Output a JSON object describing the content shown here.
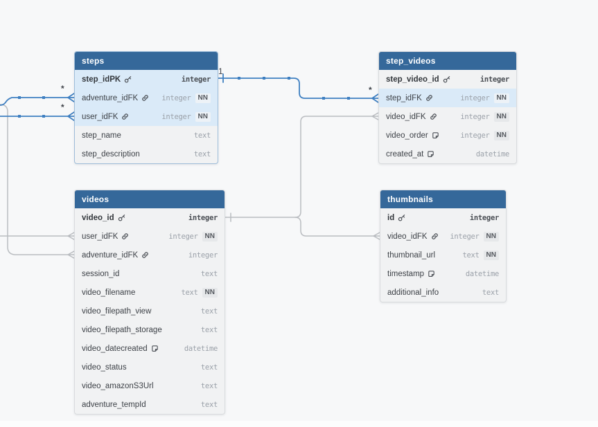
{
  "diagram": {
    "tables": [
      {
        "id": "steps",
        "title": "steps",
        "columns": [
          {
            "name": "step_idPK",
            "icon": "key",
            "type": "integer",
            "nn": false,
            "pk": true,
            "hl": true
          },
          {
            "name": "adventure_idFK",
            "icon": "link",
            "type": "integer",
            "nn": true,
            "pk": false,
            "hl": true
          },
          {
            "name": "user_idFK",
            "icon": "link",
            "type": "integer",
            "nn": true,
            "pk": false,
            "hl": true
          },
          {
            "name": "step_name",
            "icon": "",
            "type": "text",
            "nn": false,
            "pk": false,
            "hl": false
          },
          {
            "name": "step_description",
            "icon": "",
            "type": "text",
            "nn": false,
            "pk": false,
            "hl": false
          }
        ]
      },
      {
        "id": "step_videos",
        "title": "step_videos",
        "columns": [
          {
            "name": "step_video_id",
            "icon": "key",
            "type": "integer",
            "nn": false,
            "pk": true,
            "hl": false
          },
          {
            "name": "step_idFK",
            "icon": "link",
            "type": "integer",
            "nn": true,
            "pk": false,
            "hl": true
          },
          {
            "name": "video_idFK",
            "icon": "link",
            "type": "integer",
            "nn": true,
            "pk": false,
            "hl": false
          },
          {
            "name": "video_order",
            "icon": "note",
            "type": "integer",
            "nn": true,
            "pk": false,
            "hl": false
          },
          {
            "name": "created_at",
            "icon": "note",
            "type": "datetime",
            "nn": false,
            "pk": false,
            "hl": false
          }
        ]
      },
      {
        "id": "videos",
        "title": "videos",
        "columns": [
          {
            "name": "video_id",
            "icon": "key",
            "type": "integer",
            "nn": false,
            "pk": true,
            "hl": false
          },
          {
            "name": "user_idFK",
            "icon": "link",
            "type": "integer",
            "nn": true,
            "pk": false,
            "hl": false
          },
          {
            "name": "adventure_idFK",
            "icon": "link",
            "type": "integer",
            "nn": false,
            "pk": false,
            "hl": false
          },
          {
            "name": "session_id",
            "icon": "",
            "type": "text",
            "nn": false,
            "pk": false,
            "hl": false
          },
          {
            "name": "video_filename",
            "icon": "",
            "type": "text",
            "nn": true,
            "pk": false,
            "hl": false
          },
          {
            "name": "video_filepath_view",
            "icon": "",
            "type": "text",
            "nn": false,
            "pk": false,
            "hl": false
          },
          {
            "name": "video_filepath_storage",
            "icon": "",
            "type": "text",
            "nn": false,
            "pk": false,
            "hl": false
          },
          {
            "name": "video_datecreated",
            "icon": "note",
            "type": "datetime",
            "nn": false,
            "pk": false,
            "hl": false
          },
          {
            "name": "video_status",
            "icon": "",
            "type": "text",
            "nn": false,
            "pk": false,
            "hl": false
          },
          {
            "name": "video_amazonS3Url",
            "icon": "",
            "type": "text",
            "nn": false,
            "pk": false,
            "hl": false
          },
          {
            "name": "adventure_tempId",
            "icon": "",
            "type": "text",
            "nn": false,
            "pk": false,
            "hl": false
          }
        ]
      },
      {
        "id": "thumbnails",
        "title": "thumbnails",
        "columns": [
          {
            "name": "id",
            "icon": "key",
            "type": "integer",
            "nn": false,
            "pk": true,
            "hl": false
          },
          {
            "name": "video_idFK",
            "icon": "link",
            "type": "integer",
            "nn": true,
            "pk": false,
            "hl": false
          },
          {
            "name": "thumbnail_url",
            "icon": "",
            "type": "text",
            "nn": true,
            "pk": false,
            "hl": false
          },
          {
            "name": "timestamp",
            "icon": "note",
            "type": "datetime",
            "nn": false,
            "pk": false,
            "hl": false
          },
          {
            "name": "additional_info",
            "icon": "",
            "type": "text",
            "nn": false,
            "pk": false,
            "hl": false
          }
        ]
      }
    ],
    "cardinality_labels": [
      {
        "text": "1",
        "at": "steps.step_id right side"
      },
      {
        "text": "*",
        "at": "step_videos.step_idFK left side"
      },
      {
        "text": "*",
        "at": "steps.adventure_idFK left side"
      },
      {
        "text": "*",
        "at": "steps.user_idFK left side"
      }
    ],
    "colors": {
      "table_header": "#35689a",
      "row_highlight": "#daeaf8",
      "active_relationship": "#3e7fc1",
      "inactive_relationship": "#b9bcc0"
    }
  }
}
